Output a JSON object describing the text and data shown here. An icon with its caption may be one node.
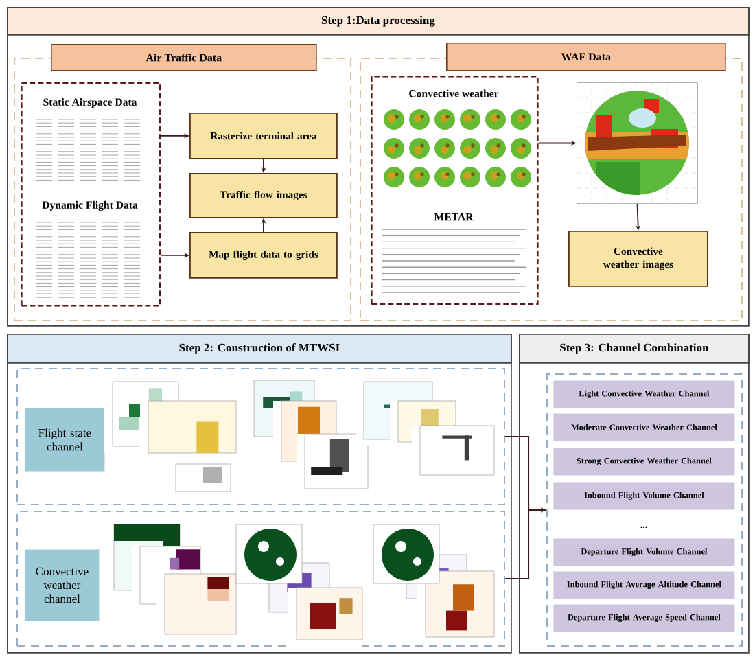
{
  "diagram": {
    "nodes": [
      {
        "text": [
          "Step 1:Data processing"
        ]
      },
      {
        "text": [
          "Air Traffic Data"
        ],
        "in": 0
      },
      {
        "text": [
          "Static Airspace Data",
          "Dynamic Flight Data"
        ],
        "in": 1
      },
      {
        "text": [
          "Rasterize terminal area"
        ],
        "in": 1
      },
      {
        "text": [
          "Traffic flow images"
        ],
        "in": 1
      },
      {
        "text": [
          "Map flight data to grids"
        ],
        "in": 1
      },
      {
        "text": [
          "WAF Data"
        ],
        "in": 0
      },
      {
        "text": [
          "Convective weather",
          "METAR"
        ],
        "in": 6
      },
      {
        "text": [],
        "shape": "picture",
        "in": 6
      },
      {
        "text": [
          "Convective weather images"
        ],
        "in": 6
      },
      {
        "text": [
          "Step 2: Construction of MTWSI"
        ]
      },
      {
        "text": [],
        "shape": "box",
        "in": 10
      },
      {
        "text": [
          "Flight state channel"
        ],
        "in": 11
      },
      {
        "text": [],
        "shape": "box",
        "in": 10
      },
      {
        "text": [
          "Convective weather channel"
        ],
        "in": 13
      },
      {
        "text": [
          "Step 3: Channel Combination"
        ]
      },
      {
        "text": [],
        "shape": "box",
        "in": 15
      },
      {
        "text": [
          "Light Convective Weather Channel"
        ],
        "in": 16
      },
      {
        "text": [
          "Moderate Convective Weather Channel"
        ],
        "in": 16
      },
      {
        "text": [
          "Strong Convective Weather Channel"
        ],
        "in": 16
      },
      {
        "text": [
          "Inbound Flight Volume Channel"
        ],
        "in": 16
      },
      {
        "text": [
          "Departure Flight Volume Channel"
        ],
        "in": 16
      },
      {
        "text": [
          "Inbound Flight Average Altitude Channel"
        ],
        "in": 16
      },
      {
        "text": [
          "Departure Flight Average Speed Channel"
        ],
        "in": 16
      }
    ],
    "edges": [
      {
        "from": 2,
        "to": 3,
        "arrow": "to"
      },
      {
        "from": 2,
        "to": 5,
        "arrow": "to"
      },
      {
        "from": 3,
        "to": 4,
        "arrow": "to"
      },
      {
        "from": 5,
        "to": 4,
        "arrow": "to"
      },
      {
        "from": 7,
        "to": 8,
        "arrow": "to"
      },
      {
        "from": 8,
        "to": 9,
        "arrow": "to"
      },
      {
        "from": 11,
        "to": 16,
        "arrow": "to"
      },
      {
        "from": 13,
        "to": 16,
        "arrow": "to"
      }
    ],
    "labels": [
      "..."
    ]
  }
}
